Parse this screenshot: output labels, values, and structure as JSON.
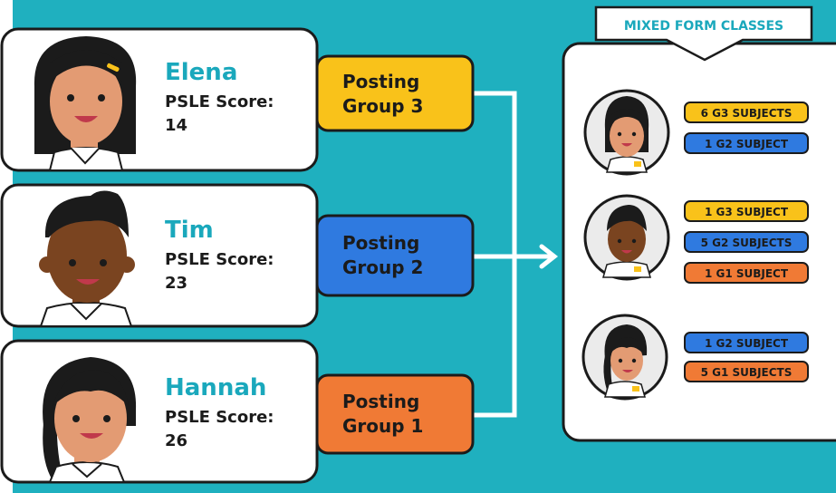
{
  "students": [
    {
      "name": "Elena",
      "score_label": "PSLE Score:",
      "score": "14",
      "group": [
        "Posting",
        "Group 3"
      ]
    },
    {
      "name": "Tim",
      "score_label": "PSLE Score:",
      "score": "23",
      "group": [
        "Posting",
        "Group 2"
      ]
    },
    {
      "name": "Hannah",
      "score_label": "PSLE Score:",
      "score": "26",
      "group": [
        "Posting",
        "Group 1"
      ]
    }
  ],
  "mixed": {
    "title": "MIXED FORM CLASSES",
    "rows": [
      {
        "badges": [
          {
            "text": "6 G3 SUBJECTS",
            "color": "#f9c21a"
          },
          {
            "text": "1 G2 SUBJECT",
            "color": "#2f7ae0"
          }
        ]
      },
      {
        "badges": [
          {
            "text": "1 G3 SUBJECT",
            "color": "#f9c21a"
          },
          {
            "text": "5 G2 SUBJECTS",
            "color": "#2f7ae0"
          },
          {
            "text": "1 G1 SUBJECT",
            "color": "#f07a35"
          }
        ]
      },
      {
        "badges": [
          {
            "text": "1 G2 SUBJECT",
            "color": "#2f7ae0"
          },
          {
            "text": "5 G1 SUBJECTS",
            "color": "#f07a35"
          }
        ]
      }
    ]
  },
  "colors": {
    "background": "#1fb0bf",
    "name_teal": "#1aa8bc",
    "group3": "#f9c21a",
    "group2": "#2f7ae0",
    "group1": "#f07a35",
    "skin_light": "#e39b73",
    "skin_dark": "#7a4420",
    "hair": "#1b1b1b",
    "outline": "#1b1b1b"
  }
}
